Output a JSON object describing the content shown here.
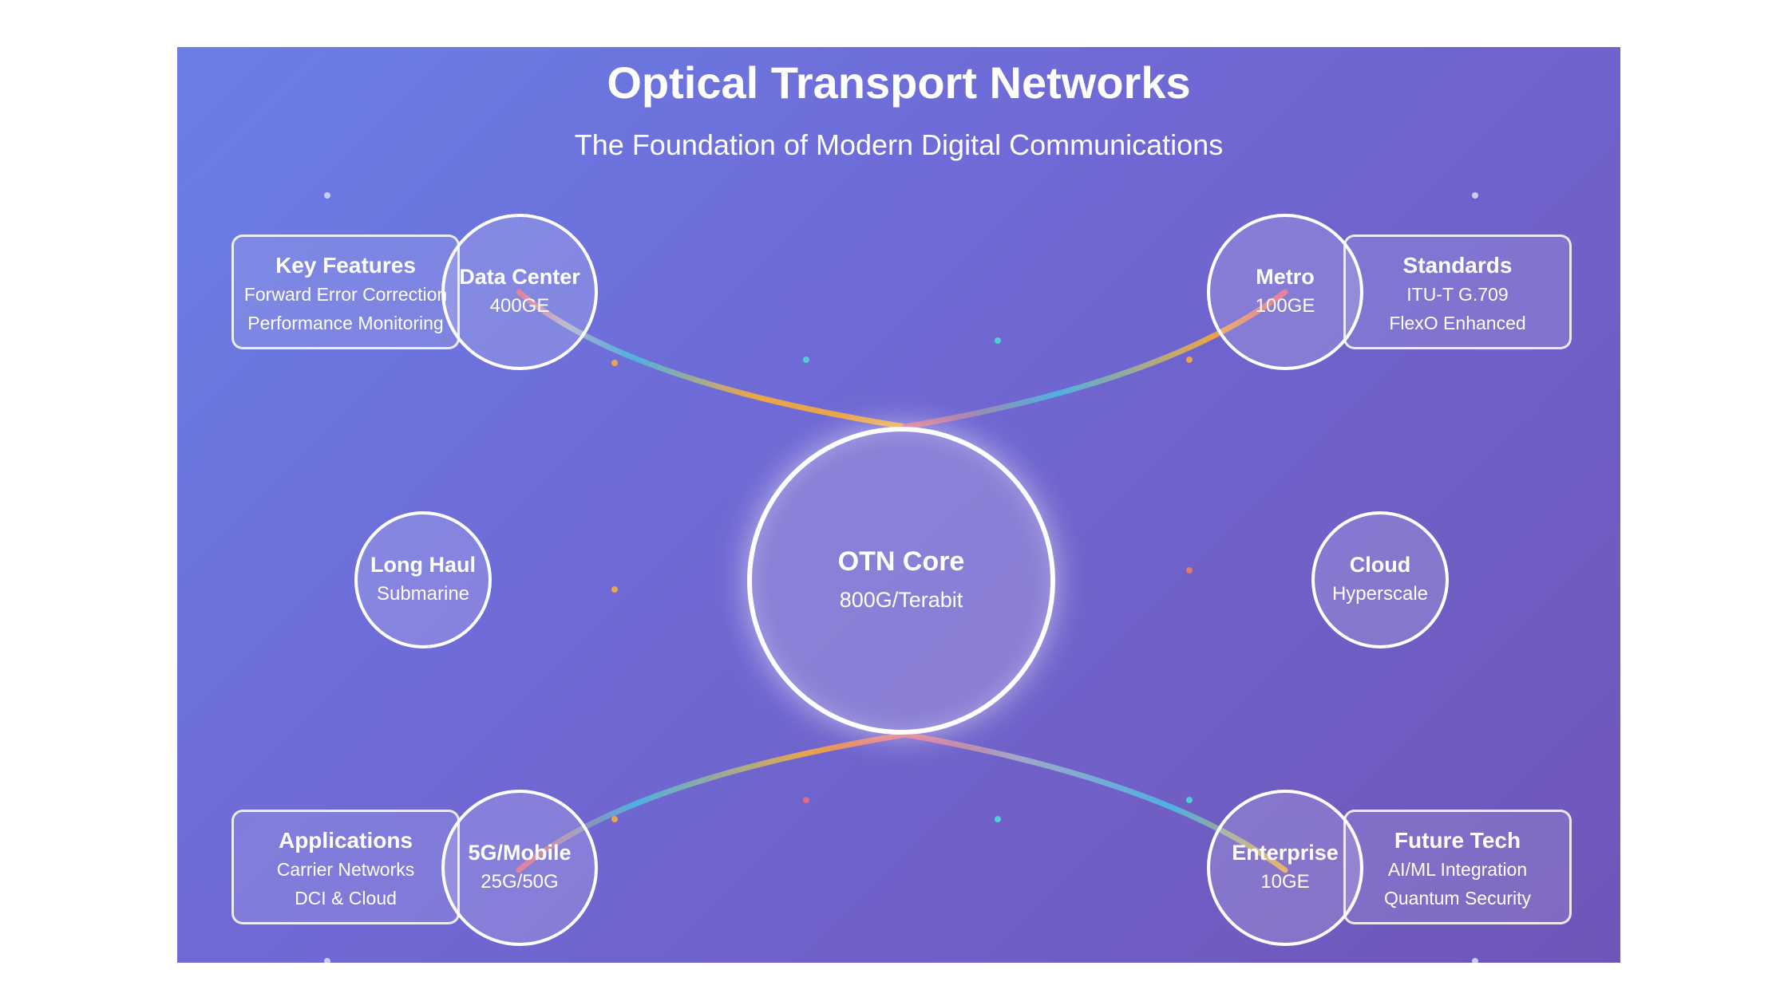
{
  "header": {
    "title": "Optical Transport Networks",
    "subtitle": "The Foundation of Modern Digital Communications"
  },
  "core": {
    "name": "OTN Core",
    "sub": "800G/Terabit"
  },
  "nodes": {
    "data_center": {
      "name": "Data Center",
      "sub": "400GE"
    },
    "metro": {
      "name": "Metro",
      "sub": "100GE"
    },
    "long_haul": {
      "name": "Long Haul",
      "sub": "Submarine"
    },
    "cloud": {
      "name": "Cloud",
      "sub": "Hyperscale"
    },
    "mobile": {
      "name": "5G/Mobile",
      "sub": "25G/50G"
    },
    "enterprise": {
      "name": "Enterprise",
      "sub": "10GE"
    }
  },
  "boxes": {
    "key_features": {
      "title": "Key Features",
      "lines": [
        "Forward Error Correction",
        "Performance Monitoring"
      ]
    },
    "standards": {
      "title": "Standards",
      "lines": [
        "ITU-T G.709",
        "FlexO Enhanced"
      ]
    },
    "applications": {
      "title": "Applications",
      "lines": [
        "Carrier Networks",
        "DCI & Cloud"
      ]
    },
    "future_tech": {
      "title": "Future Tech",
      "lines": [
        "AI/ML Integration",
        "Quantum Security"
      ]
    }
  },
  "colors": {
    "background_start": "#6a7fe6",
    "background_end": "#7055b8",
    "fiber_blue": "#4fb0e0",
    "fiber_orange": "#e8a54a",
    "fiber_pink": "#e06a8a",
    "outline": "#ffffff"
  }
}
